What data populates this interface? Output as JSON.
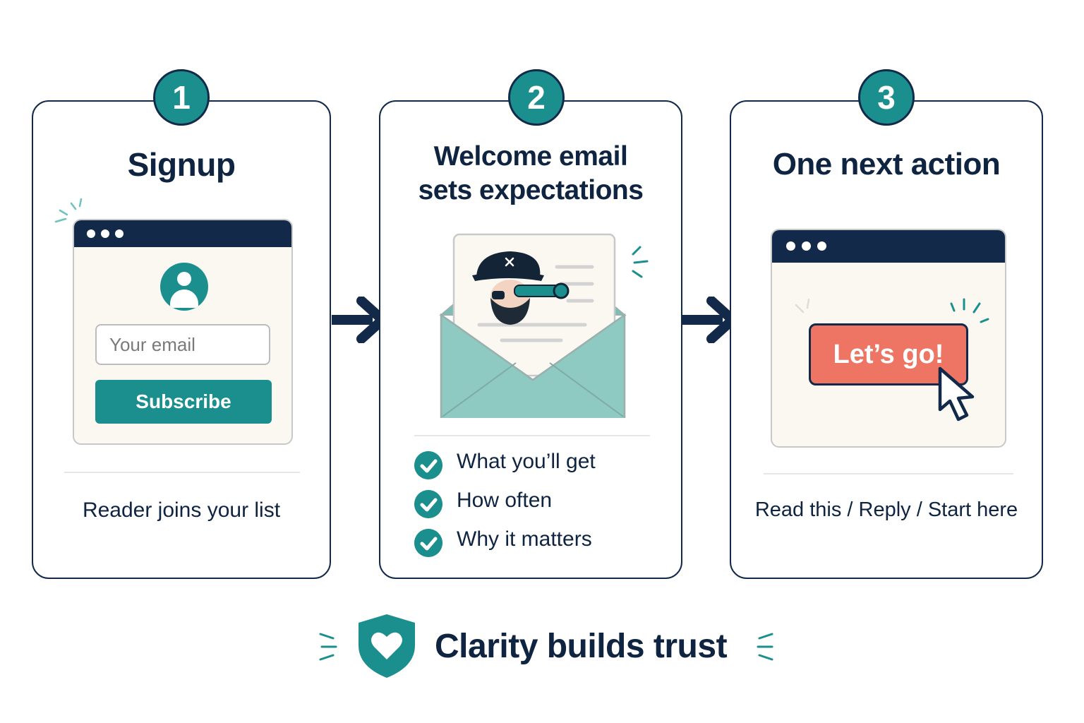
{
  "steps": [
    {
      "number": "1",
      "title": "Signup",
      "email_placeholder": "Your email",
      "button_label": "Subscribe",
      "caption": "Reader joins your list"
    },
    {
      "number": "2",
      "title_line1": "Welcome email",
      "title_line2": "sets expectations",
      "checklist": [
        "What you’ll get",
        "How often",
        "Why it matters"
      ]
    },
    {
      "number": "3",
      "title": "One next action",
      "button_label": "Let’s go!",
      "caption": "Read this / Reply / Start here"
    }
  ],
  "footer": {
    "text": "Clarity builds trust"
  },
  "colors": {
    "navy": "#13294a",
    "teal": "#1a8f8e",
    "coral": "#ee7464",
    "envelope": "#8ec9c2"
  },
  "icons": [
    "user-icon",
    "pirate-icon",
    "envelope-icon",
    "checkmark-icon",
    "cursor-icon",
    "shield-heart-icon",
    "arrow-right-icon"
  ]
}
